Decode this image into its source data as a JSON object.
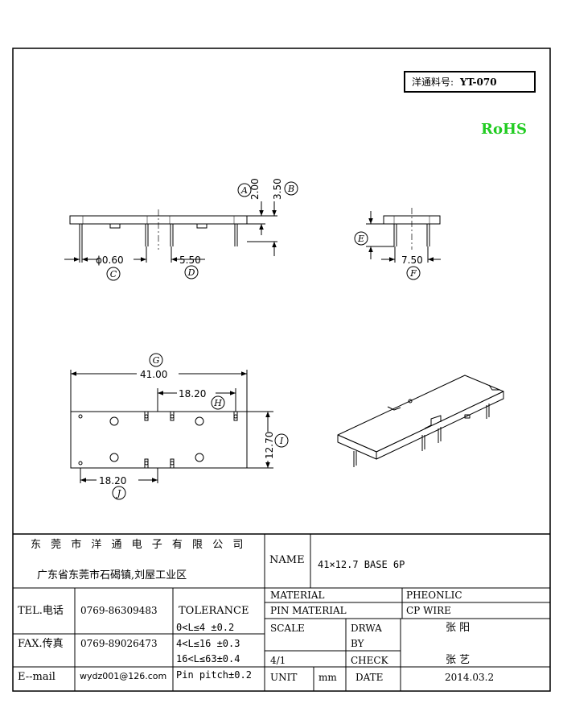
{
  "part_number": {
    "label": "洋通料号:",
    "value": "YT-070"
  },
  "rohs": "RoHS",
  "dimensions": {
    "a": "2.00",
    "b": "3.50",
    "c": "ϕ0.60",
    "d": "5.50",
    "f": "7.50",
    "g": "41.00",
    "h": "18.20",
    "i": "12.70",
    "j": "18.20"
  },
  "balloons": {
    "a": "A",
    "b": "B",
    "c": "C",
    "d": "D",
    "e": "E",
    "f": "F",
    "g": "G",
    "h": "H",
    "i": "I",
    "j": "J"
  },
  "title_block": {
    "company": "东 莞 市 洋 通 电 子 有 限 公 司",
    "address": "广东省东莞市石碣镇,刘屋工业区",
    "name_label": "NAME",
    "name_value": "41×12.7 BASE 6P",
    "tel_label": "TEL.电话",
    "tel_value": "0769-86309483",
    "fax_label": "FAX.传真",
    "fax_value": "0769-89026473",
    "email_label": "E--mail",
    "email_value": "wydz001@126.com",
    "tolerance_label": "TOLERANCE",
    "tol_1": "0<L≤4  ±0.2",
    "tol_2": "4<L≤16 ±0.3",
    "tol_3": "16<L≤63±0.4",
    "tol_4": "Pin pitch±0.2",
    "material_label": "MATERIAL",
    "material_value": "PHEONLIC",
    "pin_material_label": "PIN MATERIAL",
    "pin_material_value": "CP WIRE",
    "scale_label": "SCALE",
    "scale_value": "4/1",
    "drawn_label_1": "DRWA",
    "drawn_label_2": "BY",
    "drawn_value": "张 阳",
    "check_label": "CHECK",
    "check_value": "张 艺",
    "unit_label": "UNIT",
    "unit_value": "mm",
    "date_label": "DATE",
    "date_value": "2014.03.2"
  }
}
